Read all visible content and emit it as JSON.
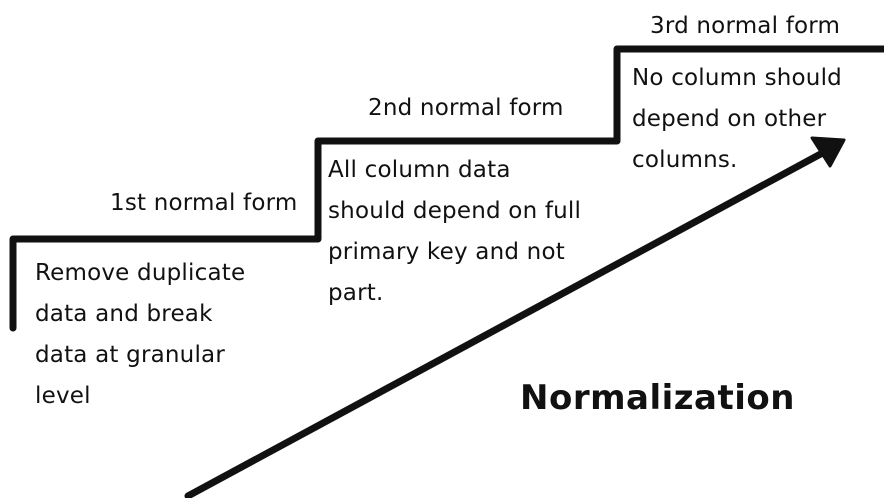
{
  "title": "Normalization",
  "steps": [
    {
      "label": "1st normal form",
      "description": "Remove duplicate\ndata and break\ndata at granular\nlevel"
    },
    {
      "label": "2nd normal form",
      "description": "All column data\nshould depend on full\nprimary key and not\npart."
    },
    {
      "label": "3rd normal form",
      "description": "No column should\ndepend on other\ncolumns."
    }
  ],
  "colors": {
    "ink": "#111111",
    "background": "#ffffff"
  },
  "icons": [
    "staircase-line",
    "arrow-up-right-icon"
  ]
}
